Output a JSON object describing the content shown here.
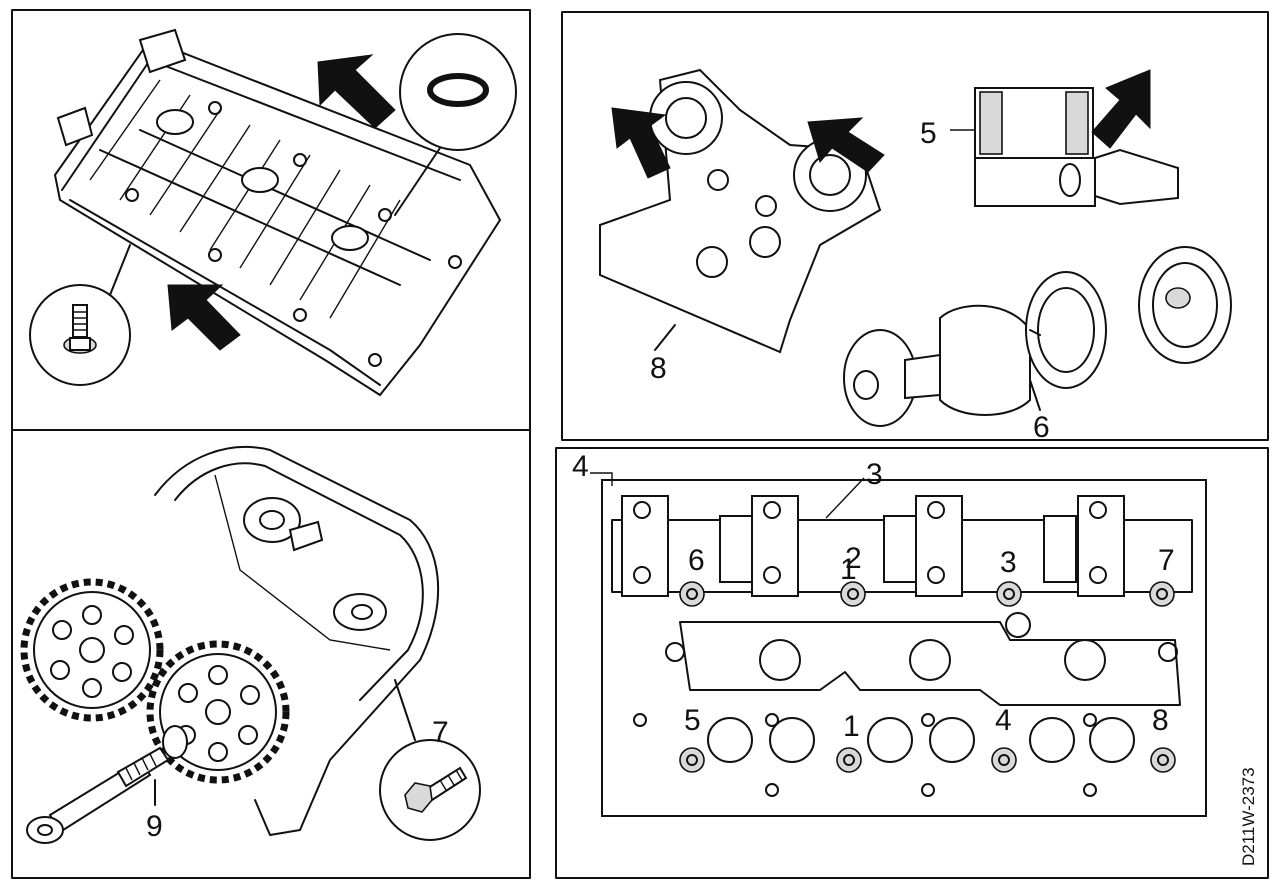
{
  "labels": {
    "n1": "1",
    "n2": "2",
    "n3": "3",
    "n4": "4",
    "n5": "5",
    "n6": "6",
    "n7": "7",
    "n8": "8",
    "n9": "9"
  },
  "figure_code": "D211W-2373",
  "colors": {
    "ink": "#111111",
    "paper": "#ffffff"
  }
}
